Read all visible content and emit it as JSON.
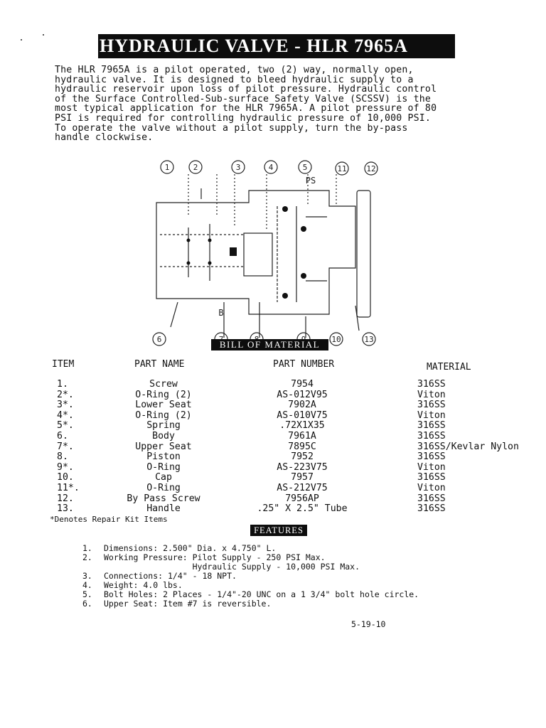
{
  "title": "HYDRAULIC VALVE - HLR 7965A",
  "intro": "The HLR 7965A is a pilot operated, two (2) way, normally open,\nhydraulic valve. It is designed to bleed hydraulic supply to a\nhydraulic reservoir upon loss of pilot pressure. Hydraulic control\nof the Surface Controlled-Sub-surface Safety Valve (SCSSV) is the\nmost typical application for the HLR 7965A. A pilot pressure of 80\nPSI is required for controlling hydraulic pressure of 10,000 PSI.\nTo operate the valve without a pilot supply, turn the by-pass\nhandle clockwise.",
  "figure": {
    "callouts_top": [
      "1",
      "2",
      "3",
      "4",
      "5",
      "11",
      "12"
    ],
    "callouts_bottom": [
      "6",
      "7",
      "8",
      "9",
      "10",
      "13"
    ],
    "label_ps": "PS",
    "label_b": "B"
  },
  "bom_title": "BILL OF MATERIAL",
  "headers": {
    "item": "ITEM",
    "part_name": "PART NAME",
    "part_number": "PART NUMBER",
    "material": "MATERIAL"
  },
  "bom": [
    {
      "item": "1.",
      "name": "Screw",
      "number": "7954",
      "material": "316SS"
    },
    {
      "item": "2*.",
      "name": "O-Ring (2)",
      "number": "AS-012V95",
      "material": "Viton"
    },
    {
      "item": "3*.",
      "name": "Lower Seat",
      "number": "7902A",
      "material": "316SS"
    },
    {
      "item": "4*.",
      "name": "O-Ring (2)",
      "number": "AS-010V75",
      "material": "Viton"
    },
    {
      "item": "5*.",
      "name": "Spring",
      "number": ".72X1X35",
      "material": "316SS"
    },
    {
      "item": "6.",
      "name": "Body",
      "number": "7961A",
      "material": "316SS"
    },
    {
      "item": "7*.",
      "name": "Upper Seat",
      "number": "7895C",
      "material": "316SS/Kevlar Nylon"
    },
    {
      "item": "8.",
      "name": "Piston",
      "number": "7952",
      "material": "316SS"
    },
    {
      "item": "9*.",
      "name": "O-Ring",
      "number": "AS-223V75",
      "material": "Viton"
    },
    {
      "item": "10.",
      "name": "Cap",
      "number": "7957",
      "material": "316SS"
    },
    {
      "item": "11*.",
      "name": "O-Ring",
      "number": "AS-212V75",
      "material": "Viton"
    },
    {
      "item": "12.",
      "name": "By Pass Screw",
      "number": "7956AP",
      "material": "316SS"
    },
    {
      "item": "13.",
      "name": "Handle",
      "number": ".25\" X 2.5\" Tube",
      "material": "316SS"
    }
  ],
  "footnote": "*Denotes Repair Kit Items",
  "features_title": "FEATURES",
  "features": [
    {
      "num": "1.",
      "text": "Dimensions: 2.500\" Dia. x 4.750\" L."
    },
    {
      "num": "2.",
      "text": "Working Pressure: Pilot Supply - 250 PSI Max."
    },
    {
      "num": "",
      "text": "                  Hydraulic Supply - 10,000 PSI Max."
    },
    {
      "num": "3.",
      "text": "Connections: 1/4\" - 18 NPT."
    },
    {
      "num": "4.",
      "text": "Weight: 4.0 lbs."
    },
    {
      "num": "5.",
      "text": "Bolt Holes: 2 Places - 1/4\"-20 UNC on a 1 3/4\" bolt hole circle."
    },
    {
      "num": "6.",
      "text": "Upper Seat: Item #7 is reversible."
    }
  ],
  "date": "5-19-10"
}
